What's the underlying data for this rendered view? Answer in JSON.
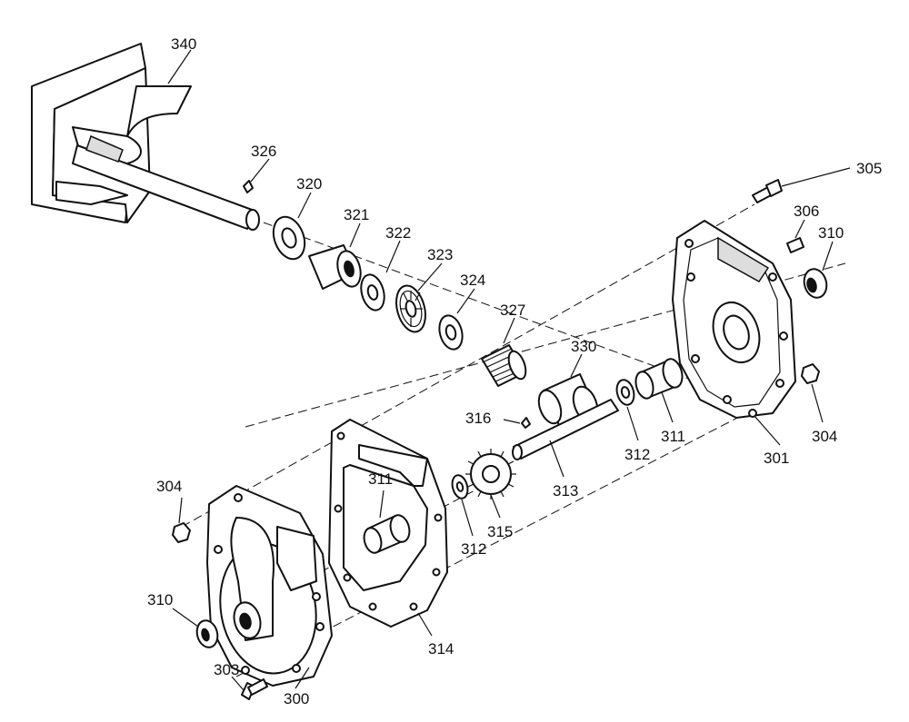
{
  "diagram": {
    "labels": {
      "p340": "340",
      "p326": "326",
      "p320": "320",
      "p321": "321",
      "p322": "322",
      "p323": "323",
      "p324": "324",
      "p327": "327",
      "p330": "330",
      "p305": "305",
      "p306": "306",
      "p310a": "310",
      "p304a": "304",
      "p301": "301",
      "p311a": "311",
      "p312a": "312",
      "p313": "313",
      "p316": "316",
      "p315": "315",
      "p312b": "312",
      "p311b": "311",
      "p314": "314",
      "p304b": "304",
      "p310b": "310",
      "p303": "303",
      "p300": "300"
    }
  }
}
